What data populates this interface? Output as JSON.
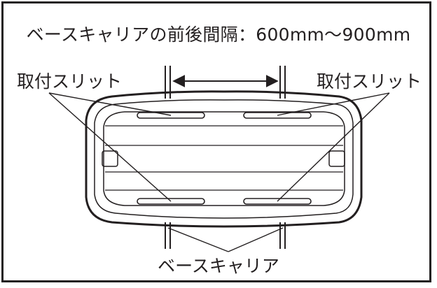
{
  "title": "ベースキャリアの前後間隔：600mm〜900mm",
  "labels": {
    "mount_slit_left": "取付スリット",
    "mount_slit_right": "取付スリット",
    "base_carrier": "ベースキャリア"
  }
}
